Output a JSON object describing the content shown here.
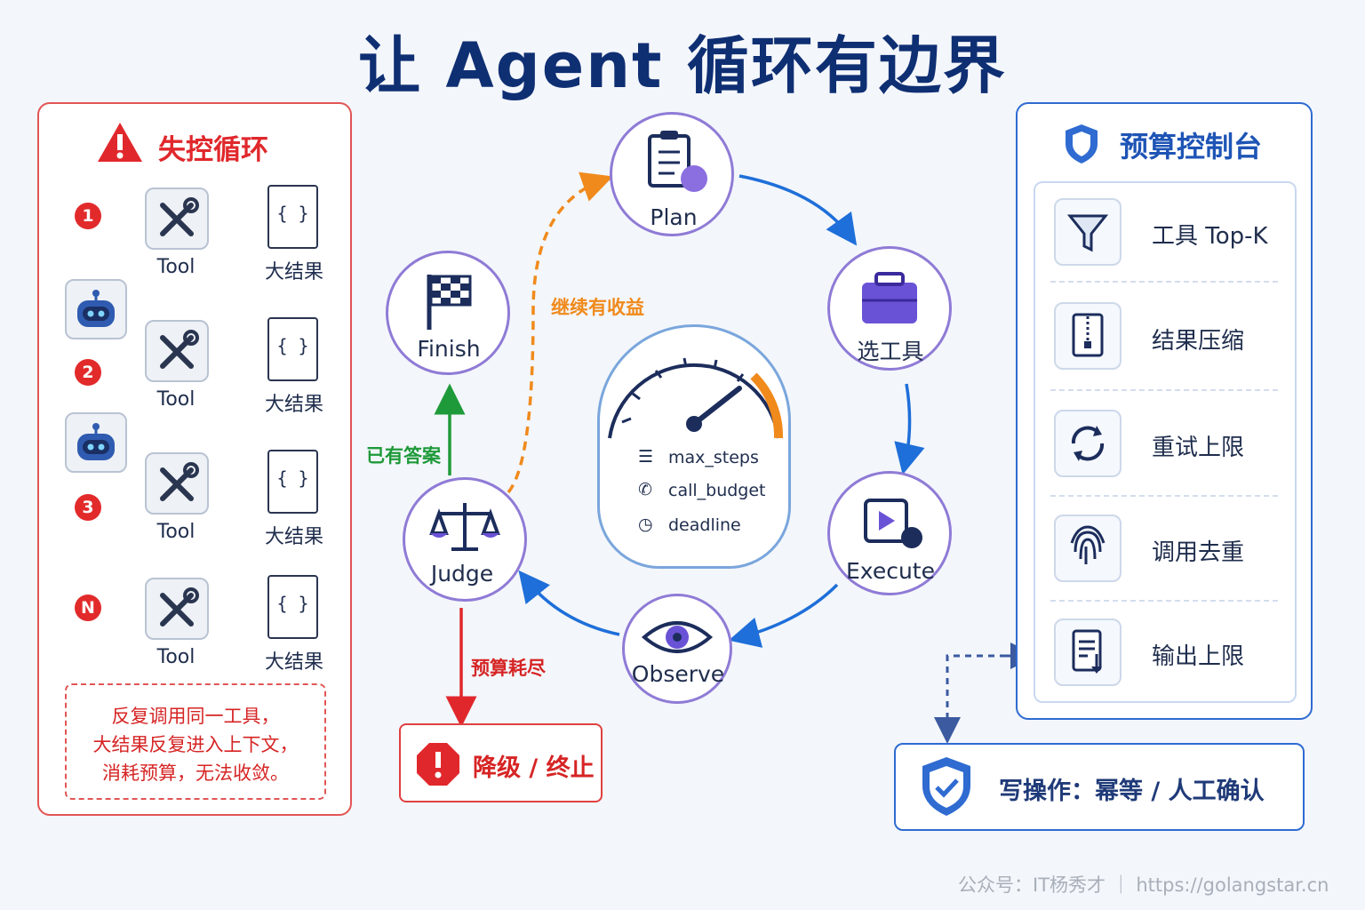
{
  "title": "让 Agent 循环有边界",
  "left": {
    "title": "失控循环",
    "steps": [
      {
        "badge": "1",
        "tool_label": "Tool",
        "result_label": "大结果"
      },
      {
        "badge": "2",
        "tool_label": "Tool",
        "result_label": "大结果"
      },
      {
        "badge": "3",
        "tool_label": "Tool",
        "result_label": "大结果"
      },
      {
        "badge": "N",
        "tool_label": "Tool",
        "result_label": "大结果"
      }
    ],
    "result_glyph": "{ }",
    "warning_lines": [
      "反复调用同一工具，",
      "大结果反复进入上下文，",
      "消耗预算，无法收敛。"
    ]
  },
  "cycle": {
    "plan": "Plan",
    "select_tool": "选工具",
    "execute": "Execute",
    "observe": "Observe",
    "judge": "Judge",
    "finish": "Finish",
    "continue_label": "继续有收益",
    "answer_label": "已有答案",
    "exhausted_label": "预算耗尽",
    "stop_label": "降级 / 终止"
  },
  "gauge": {
    "items": [
      "max_steps",
      "call_budget",
      "deadline"
    ]
  },
  "right": {
    "title": "预算控制台",
    "rows": [
      {
        "label": "工具 Top-K",
        "icon": "funnel-icon"
      },
      {
        "label": "结果压缩",
        "icon": "zip-file-icon"
      },
      {
        "label": "重试上限",
        "icon": "refresh-icon"
      },
      {
        "label": "调用去重",
        "icon": "fingerprint-icon"
      },
      {
        "label": "输出上限",
        "icon": "document-download-icon"
      }
    ],
    "write_label": "写操作：幂等 / 人工确认"
  },
  "footer": "公众号：IT杨秀才  ｜  https://golangstar.cn",
  "colors": {
    "red": "#e0282c",
    "blue": "#1e6fd9",
    "purple": "#8f7bd6",
    "orange": "#f08a1c",
    "green": "#1f9a3a"
  }
}
